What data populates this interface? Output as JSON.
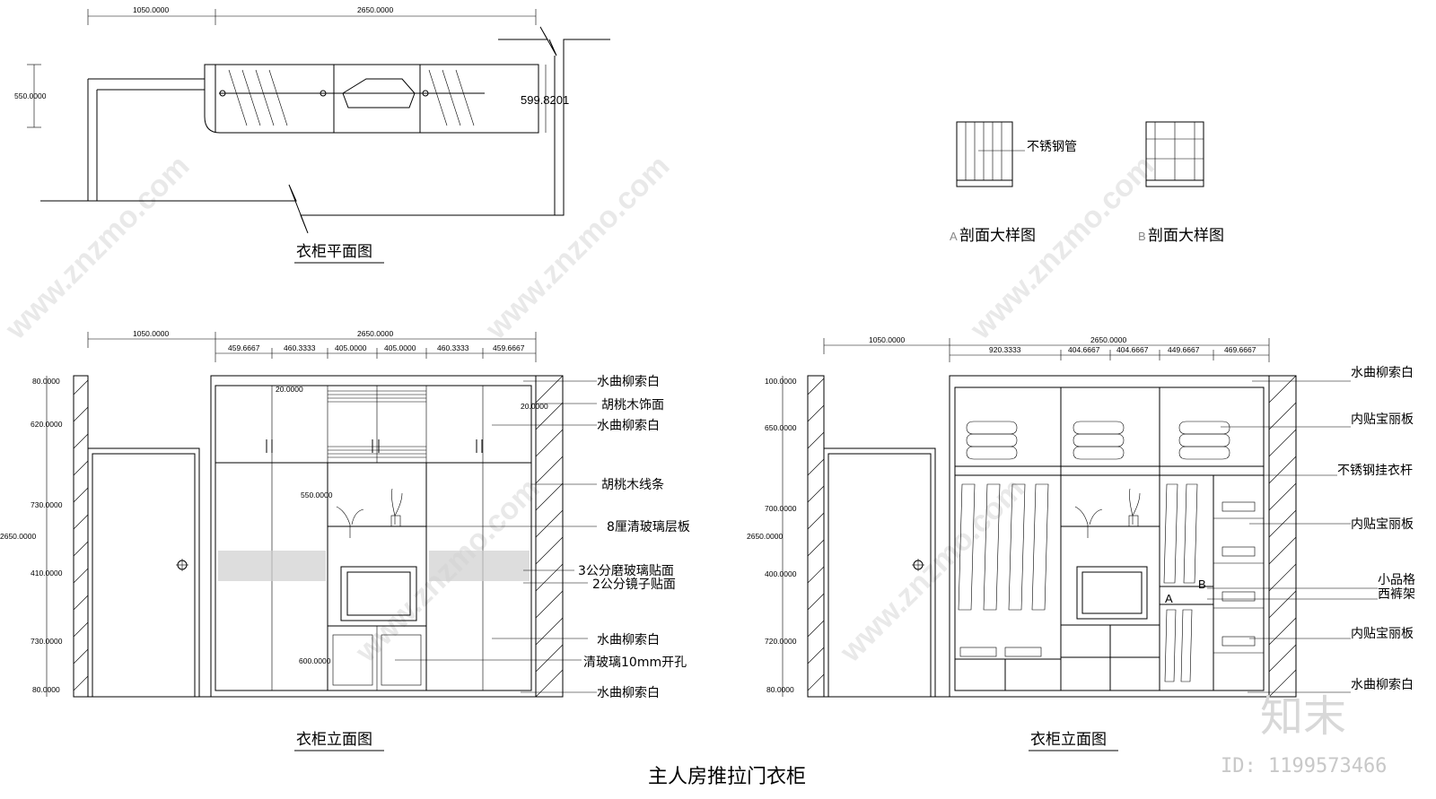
{
  "title": "主人房推拉门衣柜",
  "plan": {
    "caption": "衣柜平面图",
    "dims_top": [
      "1050.0000",
      "2650.0000"
    ],
    "dim_left": "550.0000",
    "measure": "599.8201"
  },
  "sections": {
    "a_caption": "剖面大样图",
    "a_letter": "A",
    "b_caption": "剖面大样图",
    "b_letter": "B",
    "a_label": "不锈钢管"
  },
  "elev_left": {
    "caption": "衣柜立面图",
    "dims_top": [
      "1050.0000",
      "2650.0000"
    ],
    "dims_sub": [
      "459.6667",
      "460.3333",
      "405.0000",
      "405.0000",
      "460.3333",
      "459.6667"
    ],
    "dims_left": [
      "80.0000",
      "620.0000",
      "730.0000",
      "2650.0000",
      "410.0000",
      "730.0000",
      "80.0000"
    ],
    "inner_dims": [
      "20.0000",
      "20.0000",
      "550.0000",
      "600.0000"
    ],
    "labels": [
      "水曲柳索白",
      "胡桃木饰面",
      "水曲柳索白",
      "胡桃木线条",
      "8厘清玻璃层板",
      "3公分磨玻璃贴面",
      "2公分镜子贴面",
      "水曲柳索白",
      "清玻璃10mm开孔",
      "水曲柳索白"
    ]
  },
  "elev_right": {
    "caption": "衣柜立面图",
    "dims_top": [
      "1050.0000",
      "2650.0000"
    ],
    "dims_sub": [
      "920.3333",
      "404.6667",
      "404.6667",
      "449.6667",
      "469.6667"
    ],
    "dims_left": [
      "100.0000",
      "650.0000",
      "700.0000",
      "2650.0000",
      "400.0000",
      "720.0000",
      "80.0000"
    ],
    "markers": [
      "B",
      "A"
    ],
    "labels": [
      "水曲柳索白",
      "内贴宝丽板",
      "不锈钢挂衣杆",
      "内贴宝丽板",
      "小品格",
      "西裤架",
      "内贴宝丽板",
      "水曲柳索白"
    ]
  },
  "watermark": {
    "site": "www.znzmo.com",
    "brand": "知末",
    "id": "ID: 1199573466"
  }
}
